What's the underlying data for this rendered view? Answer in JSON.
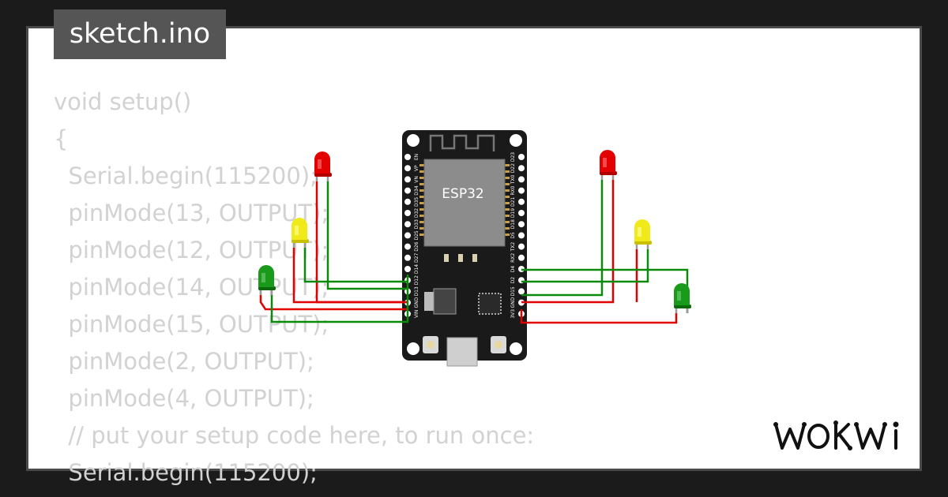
{
  "file_tab": {
    "label": "sketch.ino"
  },
  "code_lines": [
    "void setup()",
    "{",
    "  Serial.begin(115200);",
    "  pinMode(13, OUTPUT);",
    "  pinMode(12, OUTPUT);",
    "  pinMode(14, OUTPUT);",
    "  pinMode(15, OUTPUT);",
    "  pinMode(2, OUTPUT);",
    "  pinMode(4, OUTPUT);",
    "  // put your setup code here, to run once:",
    "  Serial.begin(115200);"
  ],
  "board": {
    "chip_label": "ESP32",
    "left_pins": [
      "EN",
      "VP",
      "VN",
      "D34",
      "D35",
      "D32",
      "D33",
      "D25",
      "D26",
      "D27",
      "D14",
      "D12",
      "D13",
      "GND",
      "VIN"
    ],
    "right_pins": [
      "D23",
      "D22",
      "TX0",
      "RX0",
      "D21",
      "D19",
      "D18",
      "D5",
      "TX2",
      "RX2",
      "D4",
      "D2",
      "D15",
      "GND",
      "3V3"
    ]
  },
  "leds": [
    {
      "name": "red-led-left",
      "color": "red"
    },
    {
      "name": "yellow-led-left",
      "color": "yellow"
    },
    {
      "name": "green-led-left",
      "color": "green"
    },
    {
      "name": "red-led-right",
      "color": "red"
    },
    {
      "name": "yellow-led-right",
      "color": "yellow"
    },
    {
      "name": "green-led-right",
      "color": "green"
    }
  ],
  "colors": {
    "background": "#1b1b1b",
    "panel": "#ffffff",
    "code_text": "#d2d2d2",
    "tab_bg": "#555555",
    "board": "#1a1a1a",
    "wire_red": "#e00000",
    "wire_green": "#0a8a0a"
  },
  "brand": {
    "logo": "WOKWI"
  }
}
